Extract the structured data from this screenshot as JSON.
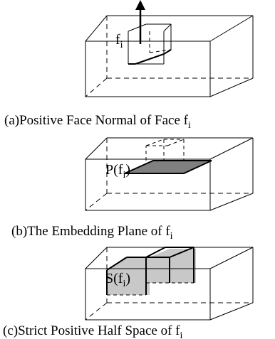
{
  "panels": [
    {
      "id": "a",
      "label": "f",
      "label_sub": "i",
      "caption": "(a)Positive Face Normal of Face f",
      "caption_sub": "i"
    },
    {
      "id": "b",
      "label": "P(f",
      "label_sub": "i",
      "label_close": ")",
      "caption": "(b)The Embedding Plane of f",
      "caption_sub": "i"
    },
    {
      "id": "c",
      "label": "S(f",
      "label_sub": "i",
      "label_close": ")",
      "caption": "(c)Strict Positive Half Space of f",
      "caption_sub": "i"
    }
  ],
  "colors": {
    "line": "#000000",
    "plane_fill": "#808080",
    "halfspace_fill": "#c8c8c8"
  }
}
